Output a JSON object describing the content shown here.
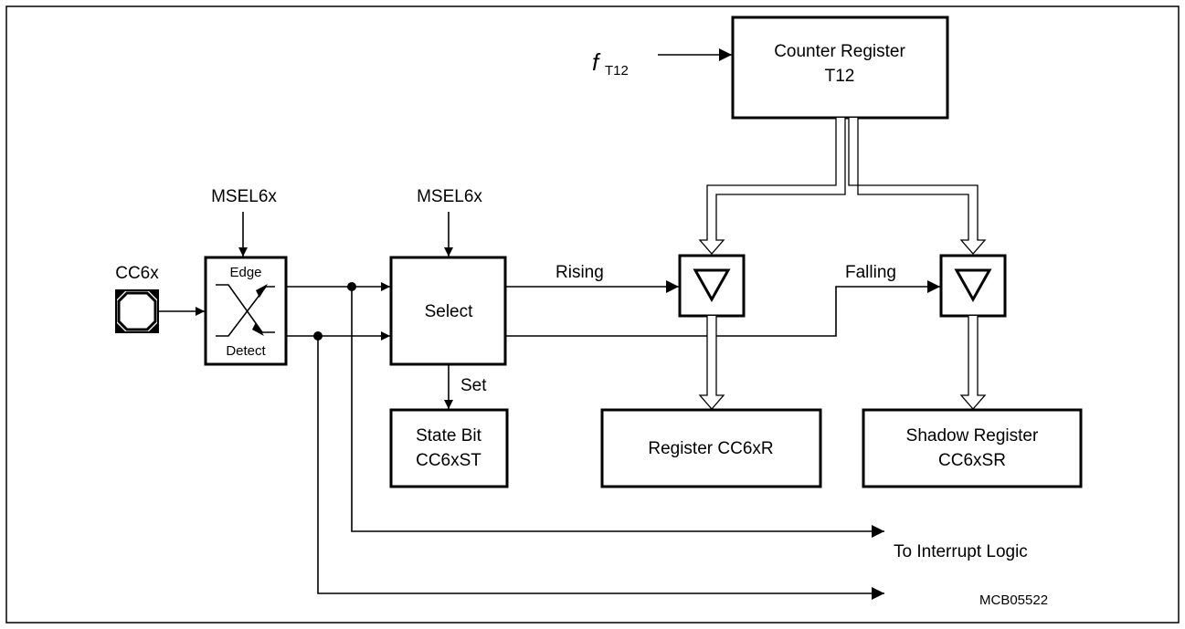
{
  "diagram": {
    "id_code": "MCB05522",
    "input_pin": "CC6x",
    "clock": {
      "symbol": "f",
      "subscript": "T12"
    },
    "edge_detect": {
      "msel": "MSEL6x",
      "top": "Edge",
      "bottom": "Detect"
    },
    "select": {
      "msel": "MSEL6x",
      "label": "Select",
      "set_label": "Set"
    },
    "counter": {
      "line1": "Counter Register",
      "line2": "T12"
    },
    "state_bit": {
      "line1": "State Bit",
      "line2": "CC6xST"
    },
    "register": {
      "label": "Register CC6xR"
    },
    "shadow": {
      "line1": "Shadow Register",
      "line2": "CC6xSR"
    },
    "rising_label": "Rising",
    "falling_label": "Falling",
    "interrupt_label": "To Interrupt Logic"
  }
}
